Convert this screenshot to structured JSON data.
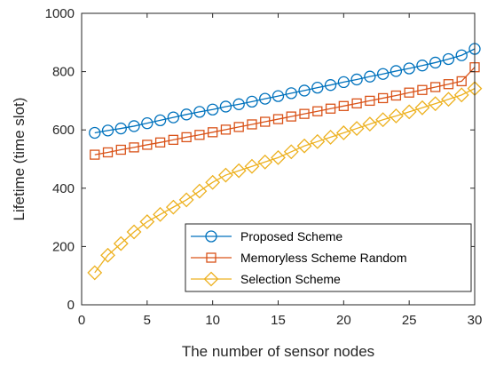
{
  "chart_data": {
    "type": "line",
    "title": "",
    "xlabel": "The number of sensor nodes",
    "ylabel": "Lifetime (time slot)",
    "xlim": [
      0,
      30
    ],
    "ylim": [
      0,
      1000
    ],
    "xticks": [
      0,
      5,
      10,
      15,
      20,
      25,
      30
    ],
    "yticks": [
      0,
      200,
      400,
      600,
      800,
      1000
    ],
    "grid": false,
    "legend_position": "bottom-right",
    "x": [
      1,
      2,
      3,
      4,
      5,
      6,
      7,
      8,
      9,
      10,
      11,
      12,
      13,
      14,
      15,
      16,
      17,
      18,
      19,
      20,
      21,
      22,
      23,
      24,
      25,
      26,
      27,
      28,
      29,
      30
    ],
    "series": [
      {
        "name": "Proposed Scheme",
        "color": "#0072BD",
        "marker": "circle",
        "values": [
          590,
          598,
          605,
          613,
          623,
          633,
          643,
          653,
          662,
          670,
          680,
          688,
          697,
          707,
          716,
          726,
          735,
          745,
          754,
          764,
          773,
          783,
          792,
          802,
          811,
          821,
          831,
          843,
          856,
          878
        ]
      },
      {
        "name": "Memoryless Scheme Random",
        "color": "#D95319",
        "marker": "square",
        "values": [
          515,
          523,
          532,
          540,
          549,
          557,
          566,
          575,
          583,
          592,
          601,
          610,
          619,
          628,
          637,
          646,
          655,
          664,
          673,
          682,
          691,
          700,
          709,
          718,
          728,
          737,
          747,
          757,
          767,
          815
        ]
      },
      {
        "name": "Selection Scheme",
        "color": "#EDB120",
        "marker": "diamond",
        "values": [
          110,
          170,
          210,
          250,
          285,
          310,
          335,
          360,
          390,
          420,
          445,
          460,
          475,
          490,
          505,
          525,
          545,
          560,
          575,
          590,
          605,
          620,
          635,
          648,
          662,
          676,
          690,
          705,
          720,
          742
        ]
      }
    ]
  }
}
